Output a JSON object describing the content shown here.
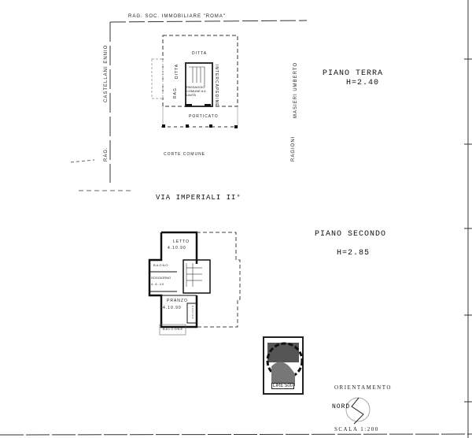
{
  "ground_floor": {
    "owner_top": "RAG.   SOC.   IMMOBILIARE   \"ROMA\"",
    "owner_left": "CASTELLANI   ENNIO",
    "owner_left_bottom": "RAG.",
    "owner_right": "MASIERI   UMBERTO",
    "owner_right_bottom": "RAGIONI",
    "room_top": "DITTA",
    "room_left": "DITTA",
    "room_left_small": "RAG.",
    "room_right": "INTERCAPEDINE",
    "stair_label": "PASSAGGIO COMUNE A 6 UNITÀ",
    "porch": "PORTICATO",
    "court": "CORTE   COMUNE",
    "street": "VIA   IMPERIALI II°",
    "title": "PIANO  TERRA",
    "height": "H=2.40"
  },
  "second_floor": {
    "title": "PIANO  SECONDO",
    "height": "H=2.85",
    "rooms": [
      {
        "name": "LETTO",
        "size": "4.10.90"
      },
      {
        "name": "BAGNO",
        "size": ""
      },
      {
        "name": "SOGGIORNO",
        "size": "4.6.40"
      },
      {
        "name": "PRANZO",
        "size": "4.10.90"
      },
      {
        "name": "BALCONE",
        "size": ""
      },
      {
        "name": "CUCINA",
        "size": ""
      }
    ]
  },
  "stamp": {
    "value": "LIRE 500"
  },
  "legend": {
    "orientation": "ORIENTAMENTO",
    "north": "NORD",
    "scale": "SCALA 1:200"
  }
}
